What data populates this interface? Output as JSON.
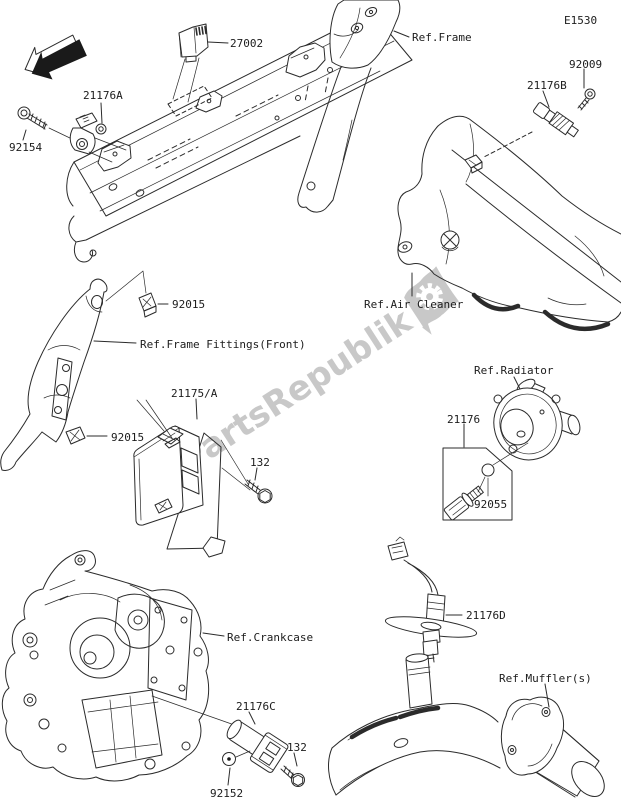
{
  "diagram": {
    "code": "E1530",
    "front_arrow_label": "FRONT",
    "watermark": {
      "text": "PartsRepublik",
      "icon": "flag-with-gear-icon",
      "color": "#c8c8c8"
    },
    "colors": {
      "line": "#2b2b2b",
      "paper": "#ffffff",
      "dark": "#1a1a1a"
    },
    "parts": {
      "p27002": "27002",
      "p21176A": "21176A",
      "p92154": "92154",
      "p92009": "92009",
      "p21176B": "21176B",
      "p92015_top": "92015",
      "p21175": "21175/A",
      "p92015_mid": "92015",
      "p132_ecu": "132",
      "p21176": "21176",
      "p92055": "92055",
      "p21176C": "21176C",
      "p132_crank": "132",
      "p92152": "92152",
      "p21176D": "21176D"
    },
    "refs": {
      "frame": "Ref.Frame",
      "air_cleaner": "Ref.Air Cleaner",
      "frame_fittings": "Ref.Frame Fittings(Front)",
      "radiator": "Ref.Radiator",
      "crankcase": "Ref.Crankcase",
      "muffler": "Ref.Muffler(s)"
    }
  }
}
